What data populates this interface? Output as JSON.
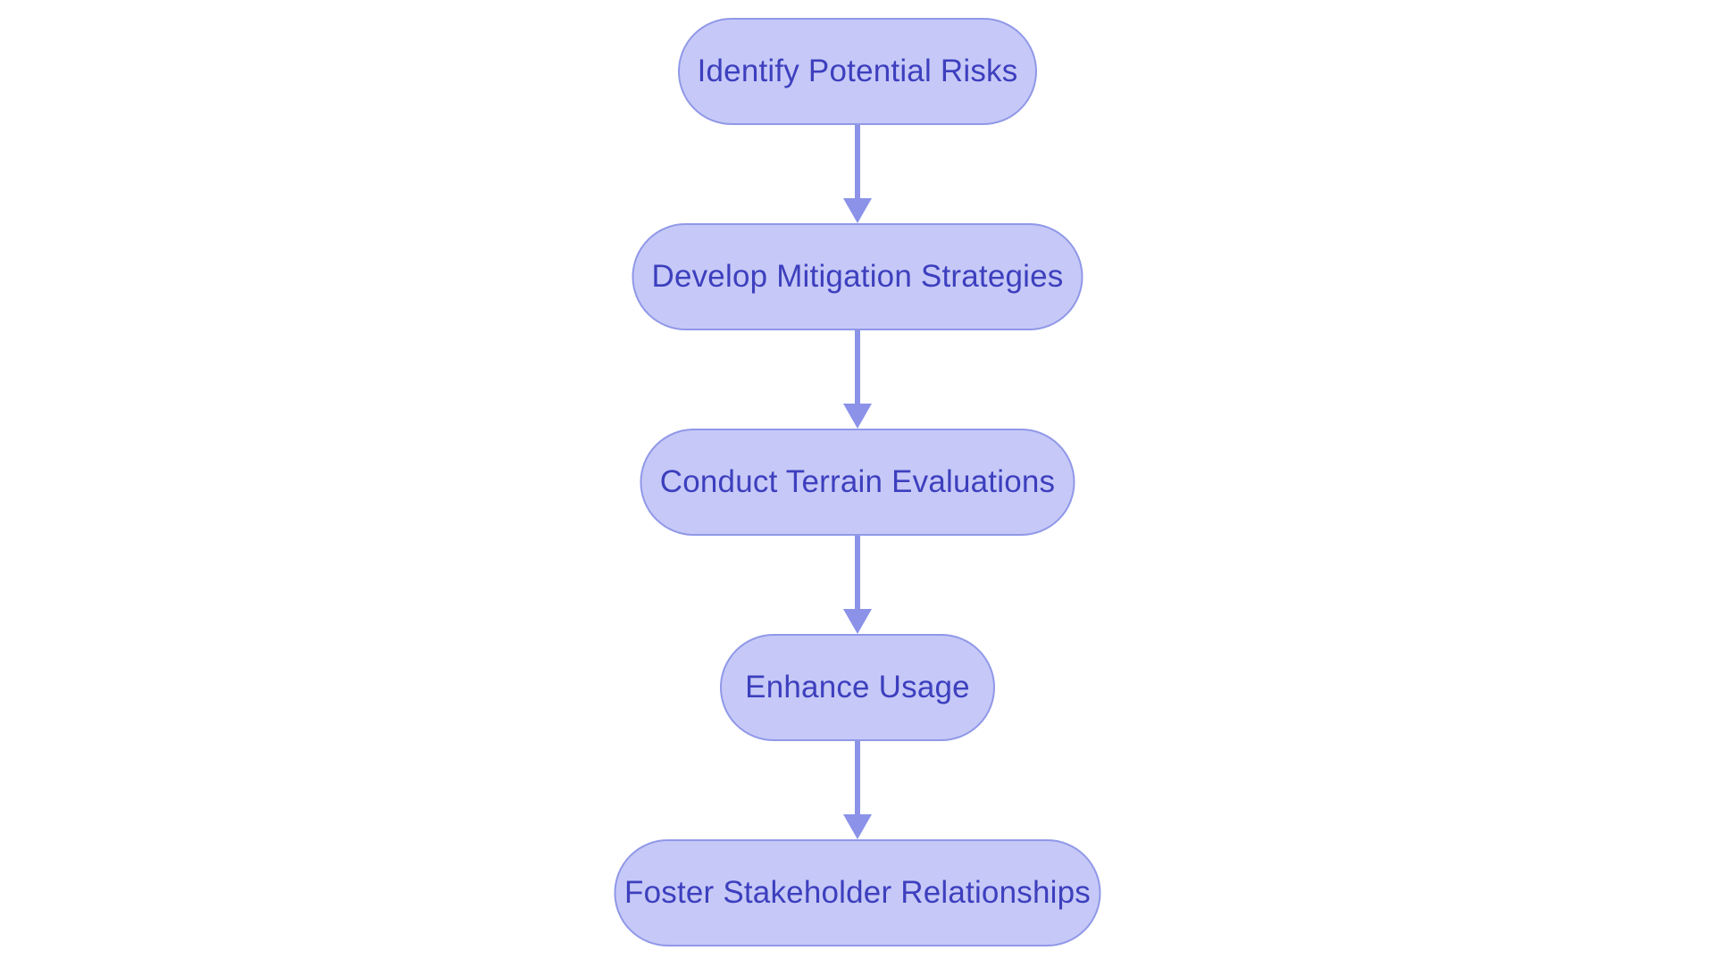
{
  "diagram": {
    "type": "flowchart",
    "direction": "top-to-bottom",
    "nodes": [
      {
        "id": 1,
        "label": "Identify Potential Risks"
      },
      {
        "id": 2,
        "label": "Develop Mitigation Strategies"
      },
      {
        "id": 3,
        "label": "Conduct Terrain Evaluations"
      },
      {
        "id": 4,
        "label": "Enhance Usage"
      },
      {
        "id": 5,
        "label": "Foster Stakeholder Relationships"
      }
    ],
    "edges": [
      {
        "from": 1,
        "to": 2,
        "style": "arrow"
      },
      {
        "from": 2,
        "to": 3,
        "style": "arrow"
      },
      {
        "from": 3,
        "to": 4,
        "style": "arrow"
      },
      {
        "from": 4,
        "to": 5,
        "style": "arrow"
      }
    ]
  },
  "colors": {
    "canvas_bg": "#ffffff",
    "node_fill": "#c6c9f7",
    "node_border": "#9098e8",
    "node_text": "#3d3fbe",
    "arrow_color": "#8b92e8"
  }
}
